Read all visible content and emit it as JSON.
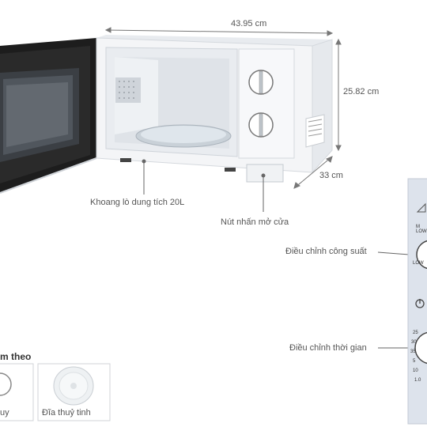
{
  "dimensions": {
    "width": "43.95 cm",
    "height": "25.82 cm",
    "depth": "33 cm"
  },
  "callouts": {
    "cavity": "Khoang lò dung tích 20L",
    "door_button": "Nút nhấn mở cửa",
    "power_control": "Điều chỉnh công suất",
    "timer_control": "Điều chỉnh thời gian"
  },
  "panel_marks": {
    "m_low": "M LOW",
    "low": "LOW",
    "t25": "25",
    "t30": "30",
    "t35": "35",
    "t5": "5",
    "t10": "10",
    "t1": "1.0"
  },
  "accessories": {
    "heading": "m theo",
    "item1_label": "uy",
    "item2_label": "Đĩa thuỷ tinh"
  },
  "colors": {
    "body": "#f4f5f7",
    "door_frame": "#1d1d1d",
    "panel": "#dde3ec",
    "leader": "#666666"
  }
}
